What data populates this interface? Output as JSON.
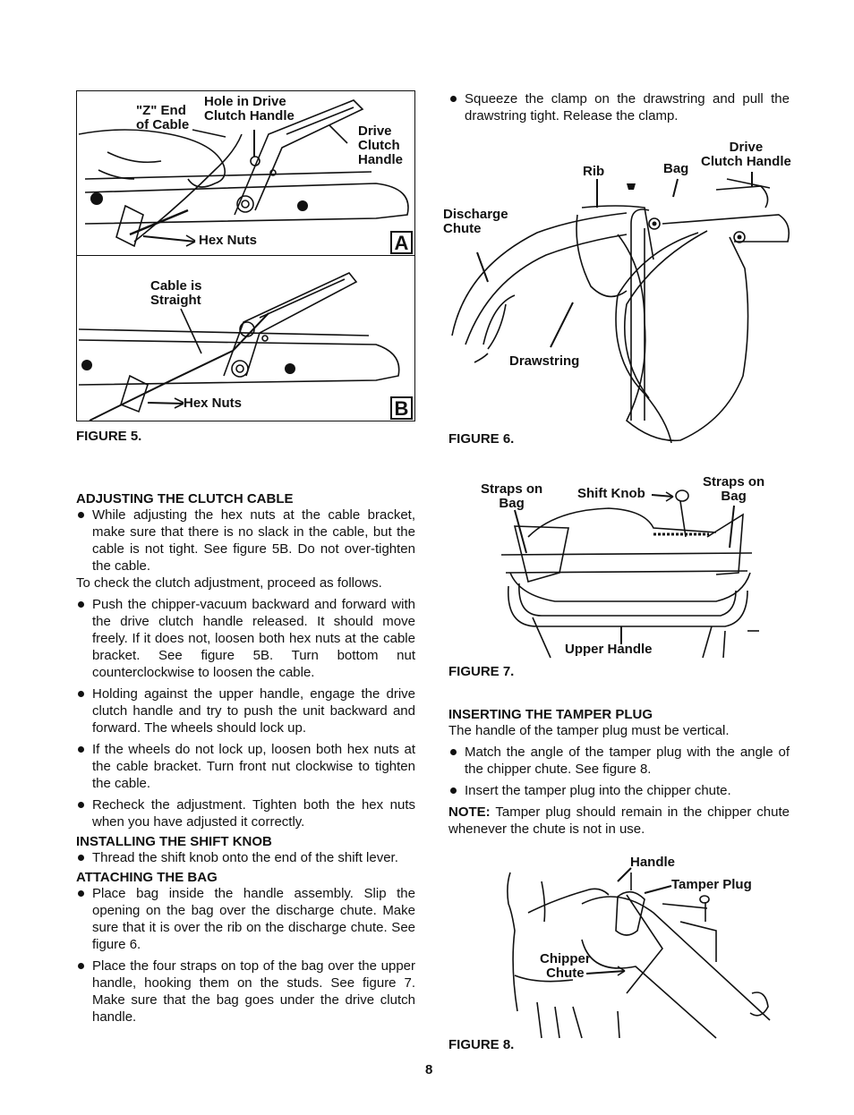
{
  "fig5": {
    "caption": "FIGURE 5.",
    "panel_a": {
      "z_end": "\"Z\" End\nof Cable",
      "hole": "Hole in Drive\nClutch Handle",
      "drive_clutch": "Drive\nClutch\nHandle",
      "hex_nuts": "Hex Nuts",
      "letter": "A"
    },
    "panel_b": {
      "straight": "Cable is\nStraight",
      "hex_nuts": "Hex Nuts",
      "letter": "B"
    }
  },
  "fig6": {
    "caption": "FIGURE 6.",
    "drive_clutch": "Drive\nClutch Handle",
    "bag": "Bag",
    "rib": "Rib",
    "discharge": "Discharge\nChute",
    "drawstring": "Drawstring"
  },
  "fig7": {
    "caption": "FIGURE 7.",
    "straps_left": "Straps on\nBag",
    "straps_right": "Straps on\nBag",
    "shift_knob": "Shift Knob",
    "upper_handle": "Upper Handle"
  },
  "fig8": {
    "caption": "FIGURE 8.",
    "handle": "Handle",
    "tamper_plug": "Tamper Plug",
    "chipper_chute": "Chipper\nChute"
  },
  "left": {
    "adjusting_heading": "ADJUSTING THE CLUTCH CABLE",
    "adj_b1": "While adjusting the hex nuts at the cable bracket, make sure that there is no slack in the cable, but the cable is not tight. See figure 5B. Do not over-tighten the cable.",
    "check_text": "To check the clutch adjustment, proceed as follows.",
    "adj_b2": "Push the chipper-vacuum backward and forward with the drive clutch handle released. It should move freely. If it does not, loosen both hex nuts at the cable bracket. See figure 5B. Turn bottom nut counterclockwise to loosen the cable.",
    "adj_b3": "Holding against the upper handle, engage the drive clutch handle and try to push the unit backward and forward. The wheels should lock up.",
    "adj_b4": "If the wheels do not lock up, loosen both hex nuts at the cable bracket. Turn front nut clockwise to tighten the cable.",
    "adj_b5": "Recheck the adjustment. Tighten both the hex nuts when you have adjusted it correctly.",
    "shift_heading": "INSTALLING THE SHIFT KNOB",
    "shift_b1": "Thread the shift knob onto the end of the shift lever.",
    "bag_heading": "ATTACHING THE BAG",
    "bag_b1": "Place bag inside the handle assembly. Slip the opening on the bag over the discharge chute. Make sure that it is over the rib on the discharge chute. See figure 6.",
    "bag_b2": "Place the four straps on top of the bag over the upper handle, hooking them on the studs. See figure 7. Make sure that the bag goes under the drive clutch handle."
  },
  "right": {
    "squeeze": "Squeeze the clamp on the drawstring and pull the drawstring tight. Release the clamp.",
    "tamper_heading": "INSERTING THE TAMPER PLUG",
    "tamper_text": "The handle of the tamper plug must be vertical.",
    "tamper_b1": "Match the angle of the tamper plug with the angle of the chipper chute. See figure 8.",
    "tamper_b2": "Insert the tamper plug into the chipper chute.",
    "note_label": "NOTE:",
    "note_text": " Tamper plug should remain in the chipper chute whenever the chute is not in use."
  },
  "page_number": "8"
}
